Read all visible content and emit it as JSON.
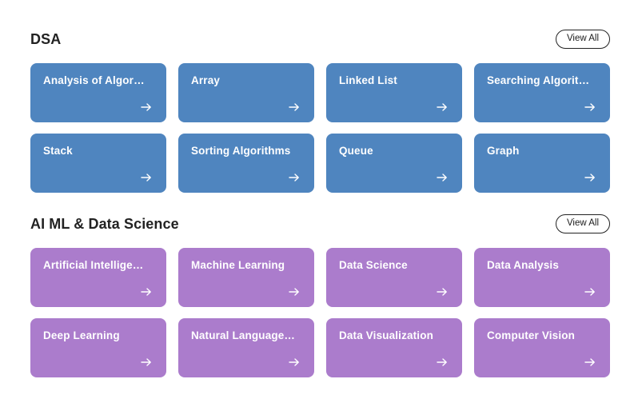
{
  "theme": {
    "background": "#ffffff",
    "blue_card": "#4f85bf",
    "purple_card": "#ab7ccc",
    "title_color": "#222222",
    "card_text_color": "#ffffff"
  },
  "sections": [
    {
      "title": "DSA",
      "view_all_label": "View All",
      "card_color": "blue",
      "cards": [
        {
          "label": "Analysis of Algor…",
          "arrow_icon": "arrow-right-icon"
        },
        {
          "label": "Array",
          "arrow_icon": "arrow-right-icon"
        },
        {
          "label": "Linked List",
          "arrow_icon": "arrow-right-icon"
        },
        {
          "label": "Searching Algorit…",
          "arrow_icon": "arrow-right-icon"
        },
        {
          "label": "Stack",
          "arrow_icon": "arrow-right-icon"
        },
        {
          "label": "Sorting Algorithms",
          "arrow_icon": "arrow-right-icon"
        },
        {
          "label": "Queue",
          "arrow_icon": "arrow-right-icon"
        },
        {
          "label": "Graph",
          "arrow_icon": "arrow-right-icon"
        }
      ]
    },
    {
      "title": "AI ML & Data Science",
      "view_all_label": "View All",
      "card_color": "purple",
      "cards": [
        {
          "label": "Artificial Intellige…",
          "arrow_icon": "arrow-right-icon"
        },
        {
          "label": "Machine Learning",
          "arrow_icon": "arrow-right-icon"
        },
        {
          "label": "Data Science",
          "arrow_icon": "arrow-right-icon"
        },
        {
          "label": "Data Analysis",
          "arrow_icon": "arrow-right-icon"
        },
        {
          "label": "Deep Learning",
          "arrow_icon": "arrow-right-icon"
        },
        {
          "label": "Natural Language…",
          "arrow_icon": "arrow-right-icon"
        },
        {
          "label": "Data Visualization",
          "arrow_icon": "arrow-right-icon"
        },
        {
          "label": "Computer Vision",
          "arrow_icon": "arrow-right-icon"
        }
      ]
    }
  ]
}
